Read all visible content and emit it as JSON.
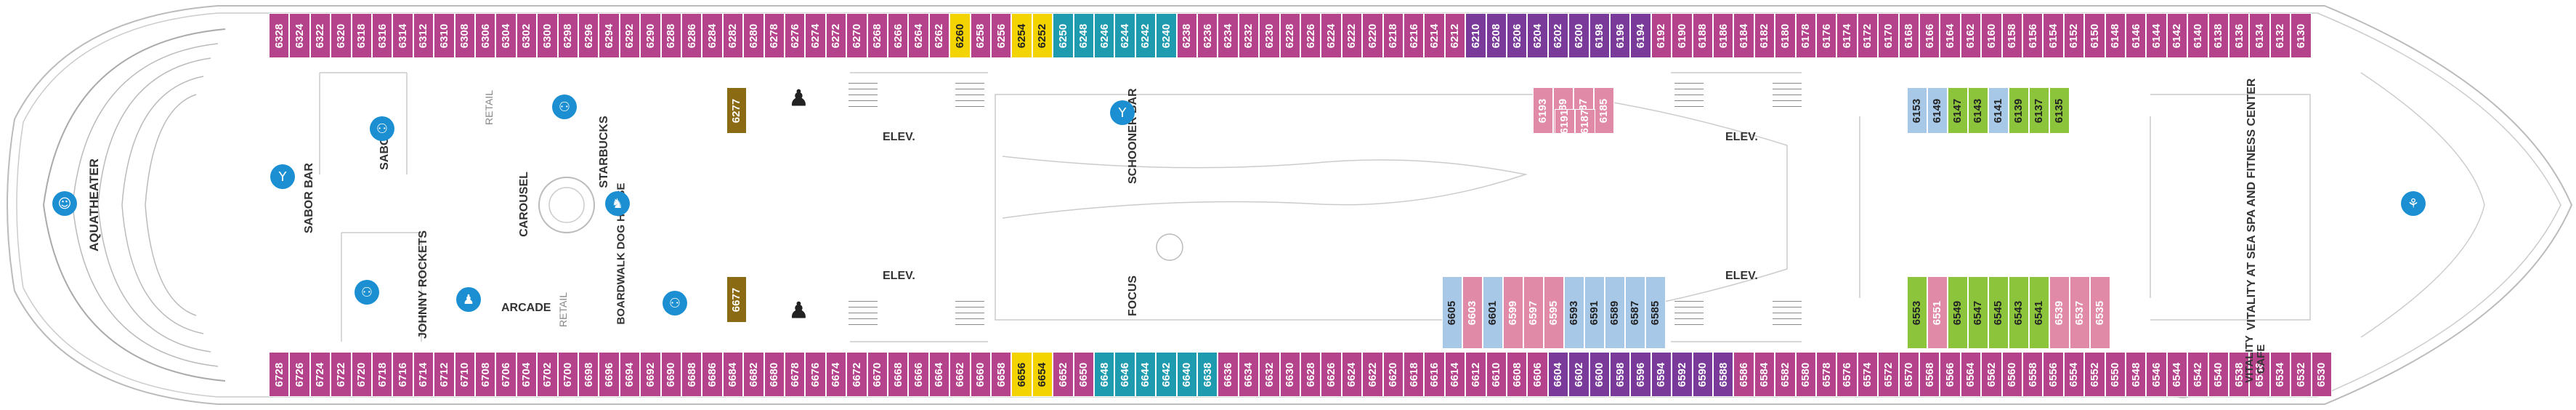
{
  "deck": {
    "colors": {
      "pink": "#b5438c",
      "purple": "#7a3a9a",
      "teal": "#1f9bb0",
      "yellow": "#f4d400",
      "green": "#8cc43c",
      "lightblue": "#a8c8e8",
      "rose": "#e08aa8",
      "olive": "#8a6a12",
      "hull": "#bbbbbb",
      "icon": "#1b8fd1"
    },
    "top_row": [
      "6328",
      "6324",
      "6322",
      "6320",
      "6318",
      "6316",
      "6314",
      "6312",
      "6310",
      "6308",
      "6306",
      "6304",
      "6302",
      "6300",
      "6298",
      "6296",
      "6294",
      "6292",
      "6290",
      "6288",
      "6286",
      "6284",
      "6282",
      "6280",
      "6278",
      "6276",
      "6274",
      "6272",
      "6270",
      "6268",
      "6266",
      "6264",
      "6262",
      "6260",
      "6258",
      "6256",
      "6254",
      "6252",
      "6250",
      "6248",
      "6246",
      "6244",
      "6242",
      "6240",
      "6238",
      "6236",
      "6234",
      "6232",
      "6230",
      "6228",
      "6226",
      "6224",
      "6222",
      "6220",
      "6218",
      "6216",
      "6214",
      "6212",
      "6210",
      "6208",
      "6206",
      "6204",
      "6202",
      "6200",
      "6198",
      "6196",
      "6194",
      "6192",
      "6190",
      "6188",
      "6186",
      "6184",
      "6182",
      "6180",
      "6178",
      "6176",
      "6174",
      "6172",
      "6170",
      "6168",
      "6166",
      "6164",
      "6162",
      "6160",
      "6158",
      "6156",
      "6154",
      "6152",
      "6150",
      "6148",
      "6146",
      "6144",
      "6142",
      "6140",
      "6138",
      "6136",
      "6134",
      "6132",
      "6130"
    ],
    "bottom_row": [
      "6728",
      "6726",
      "6724",
      "6722",
      "6720",
      "6718",
      "6716",
      "6714",
      "6712",
      "6710",
      "6708",
      "6706",
      "6704",
      "6702",
      "6700",
      "6698",
      "6696",
      "6694",
      "6692",
      "6690",
      "6688",
      "6686",
      "6684",
      "6682",
      "6680",
      "6678",
      "6676",
      "6674",
      "6672",
      "6670",
      "6668",
      "6666",
      "6664",
      "6662",
      "6660",
      "6658",
      "6656",
      "6654",
      "6652",
      "6650",
      "6648",
      "6646",
      "6644",
      "6642",
      "6640",
      "6638",
      "6636",
      "6634",
      "6632",
      "6630",
      "6628",
      "6626",
      "6624",
      "6622",
      "6620",
      "6618",
      "6616",
      "6614",
      "6612",
      "6610",
      "6608",
      "6606",
      "6604",
      "6602",
      "6600",
      "6598",
      "6596",
      "6594",
      "6592",
      "6590",
      "6588",
      "6586",
      "6584",
      "6582",
      "6580",
      "6578",
      "6576",
      "6574",
      "6572",
      "6570",
      "6568",
      "6566",
      "6564",
      "6562",
      "6560",
      "6558",
      "6556",
      "6554",
      "6552",
      "6550",
      "6548",
      "6546",
      "6544",
      "6542",
      "6540",
      "6538",
      "6536",
      "6534",
      "6532",
      "6530"
    ],
    "inner_blocks": [
      {
        "cabins": [
          "6193",
          "6189",
          "6187",
          "6185"
        ]
      },
      {
        "cabins": [
          "6191",
          "6187"
        ]
      },
      {
        "cabins": [
          "6153",
          "6149",
          "6147",
          "6143",
          "6141",
          "6139",
          "6137",
          "6135"
        ]
      },
      {
        "cabins": [
          "6605",
          "6603",
          "6601",
          "6599",
          "6597",
          "6595",
          "6593",
          "6591",
          "6589",
          "6587",
          "6585"
        ]
      },
      {
        "cabins": [
          "6553",
          "6551",
          "6549",
          "6547",
          "6545",
          "6543",
          "6541",
          "6539",
          "6537",
          "6535"
        ]
      },
      {
        "cabins": [
          "6277"
        ]
      },
      {
        "cabins": [
          "6677"
        ]
      }
    ],
    "labels": {
      "aquatheater": "AQUATHEATER",
      "sabor_bar": "SABOR BAR",
      "sabor": "SABOR",
      "retail_top": "RETAIL",
      "starbucks": "STARBUCKS",
      "carousel": "CAROUSEL",
      "johnny_rockets": "JOHNNY ROCKETS",
      "arcade": "ARCADE",
      "retail_bottom": "RETAIL",
      "boardwalk_dog_house": "BOARDWALK DOG HOUSE",
      "elev_1": "ELEV.",
      "elev_2": "ELEV.",
      "elev_3": "ELEV.",
      "elev_4": "ELEV.",
      "schooner_bar": "SCHOONER BAR",
      "focus": "FOCUS",
      "vitality_spa": "VITALITY AT SEA SPA AND FITNESS CENTER",
      "vitality_cafe": "VITALITY CAFE"
    },
    "icons": [
      "theater-mask-icon",
      "cocktail-glass-icon",
      "restaurant-icon",
      "restaurant-icon",
      "carousel-horse-icon",
      "restaurant-icon",
      "game-icon",
      "restaurant-icon",
      "restroom-icon",
      "restroom-icon",
      "cocktail-glass-icon",
      "fitness-icon"
    ]
  }
}
